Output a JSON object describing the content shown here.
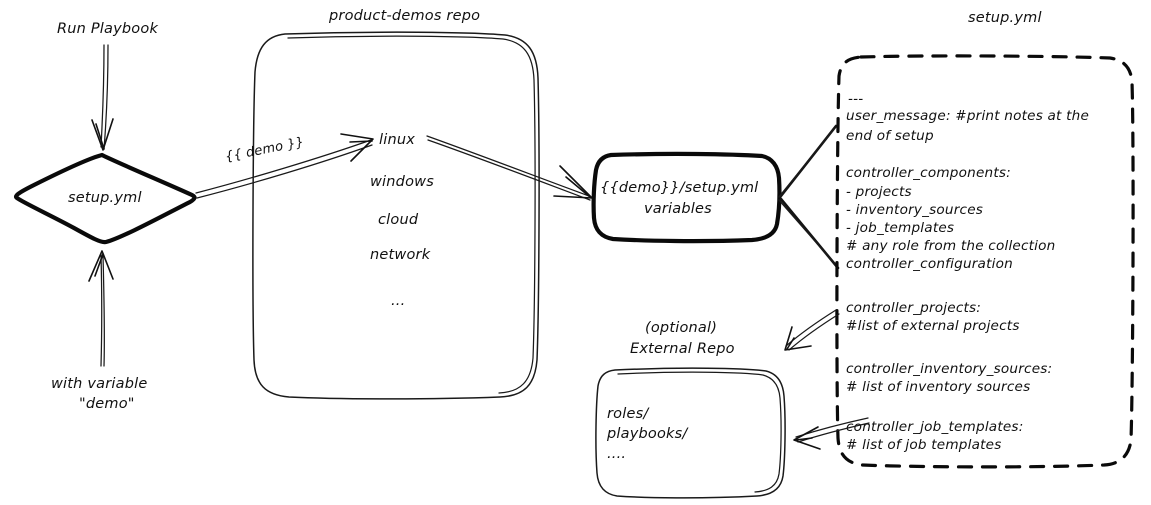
{
  "diagram": {
    "title_labels": {
      "repo_title": "product-demos repo",
      "setup_yml_panel_title": "setup.yml",
      "external_repo_title_line1": "(optional)",
      "external_repo_title_line2": "External Repo"
    },
    "nodes": {
      "start_label": "Run Playbook",
      "diamond_label": "setup.yml",
      "bottom_label_line1": "with variable",
      "bottom_label_line2": "\"demo\"",
      "vars_box_line1": "{{demo}}/setup.yml",
      "vars_box_line2": "variables",
      "external_repo_lines": [
        "roles/",
        "playbooks/",
        "...."
      ]
    },
    "repo_items": [
      "linux",
      "windows",
      "cloud",
      "network",
      "..."
    ],
    "edges": {
      "demo_edge_label": "{{ demo }}"
    },
    "setup_yml_content": [
      "---",
      "user_message: #print notes at the",
      "      end of setup",
      "",
      "controller_components:",
      "  - projects",
      "  - inventory_sources",
      "  - job_templates",
      "  # any role from the collection",
      "        controller_configuration",
      "",
      "controller_projects:",
      "  #list of external projects",
      "",
      "controller_inventory_sources:",
      "  # list of inventory sources",
      "",
      "controller_job_templates:",
      "  # list of job templates"
    ],
    "colors": {
      "ink": "#0a0a0a",
      "background": "#ffffff",
      "line": "#1a1a1a"
    }
  }
}
